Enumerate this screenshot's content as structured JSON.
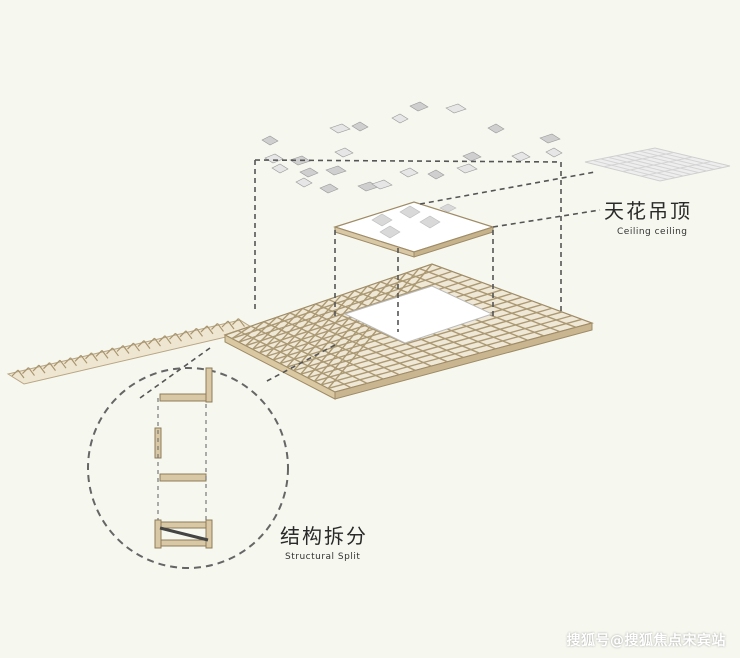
{
  "labels": {
    "ceiling_cn": "天花吊顶",
    "ceiling_en": "Ceiling ceiling",
    "structure_cn": "结构拆分",
    "structure_en": "Structural Split"
  },
  "watermark": "搜狐号@搜狐焦点宋宾站",
  "colors": {
    "background": "#f6f8f0",
    "wood": "#d8c8a6",
    "wood_dark": "#a8956e",
    "panel_light": "#ffffff",
    "panel_shadow": "#c9c9c9",
    "dash": "#555555"
  }
}
